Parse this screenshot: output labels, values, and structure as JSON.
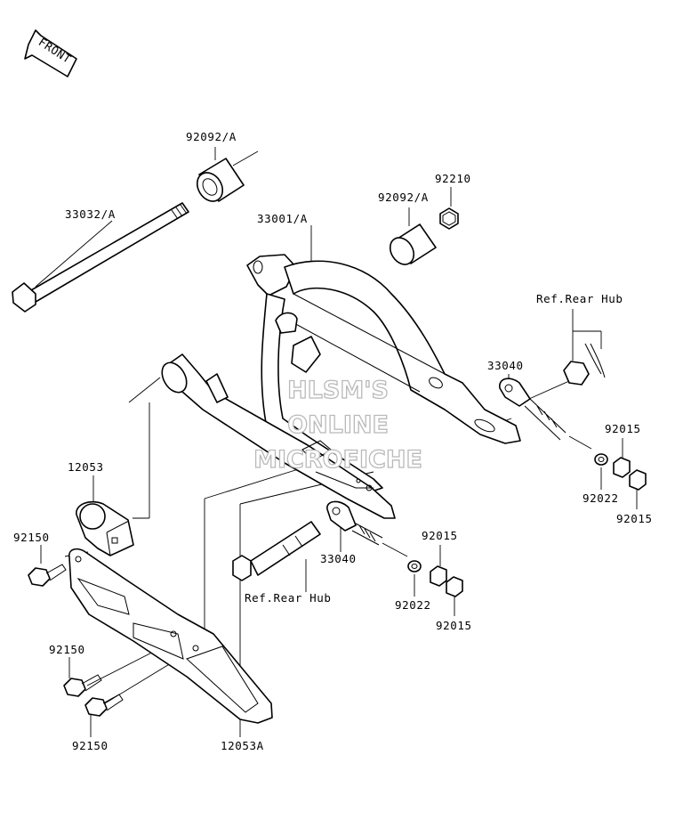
{
  "front_marker": "FRONT",
  "watermark": [
    "HLSM'S",
    "ONLINE",
    "MICROFICHE"
  ],
  "labels": {
    "p92092a_top": "92092/A",
    "p33032a": "33032/A",
    "p92210": "92210",
    "p92092a_right": "92092/A",
    "p33001a": "33001/A",
    "ref_rear_hub_top": "Ref.Rear Hub",
    "p33040_right": "33040",
    "p92015_r1": "92015",
    "p92022_right": "92022",
    "p92015_r2": "92015",
    "p12053": "12053",
    "p92150_top": "92150",
    "ref_rear_hub_bottom": "Ref.Rear Hub",
    "p33040_center": "33040",
    "p92015_c1": "92015",
    "p92022_center": "92022",
    "p92015_c2": "92015",
    "p92150_mid": "92150",
    "p92150_bottom": "92150",
    "p12053a": "12053A"
  }
}
